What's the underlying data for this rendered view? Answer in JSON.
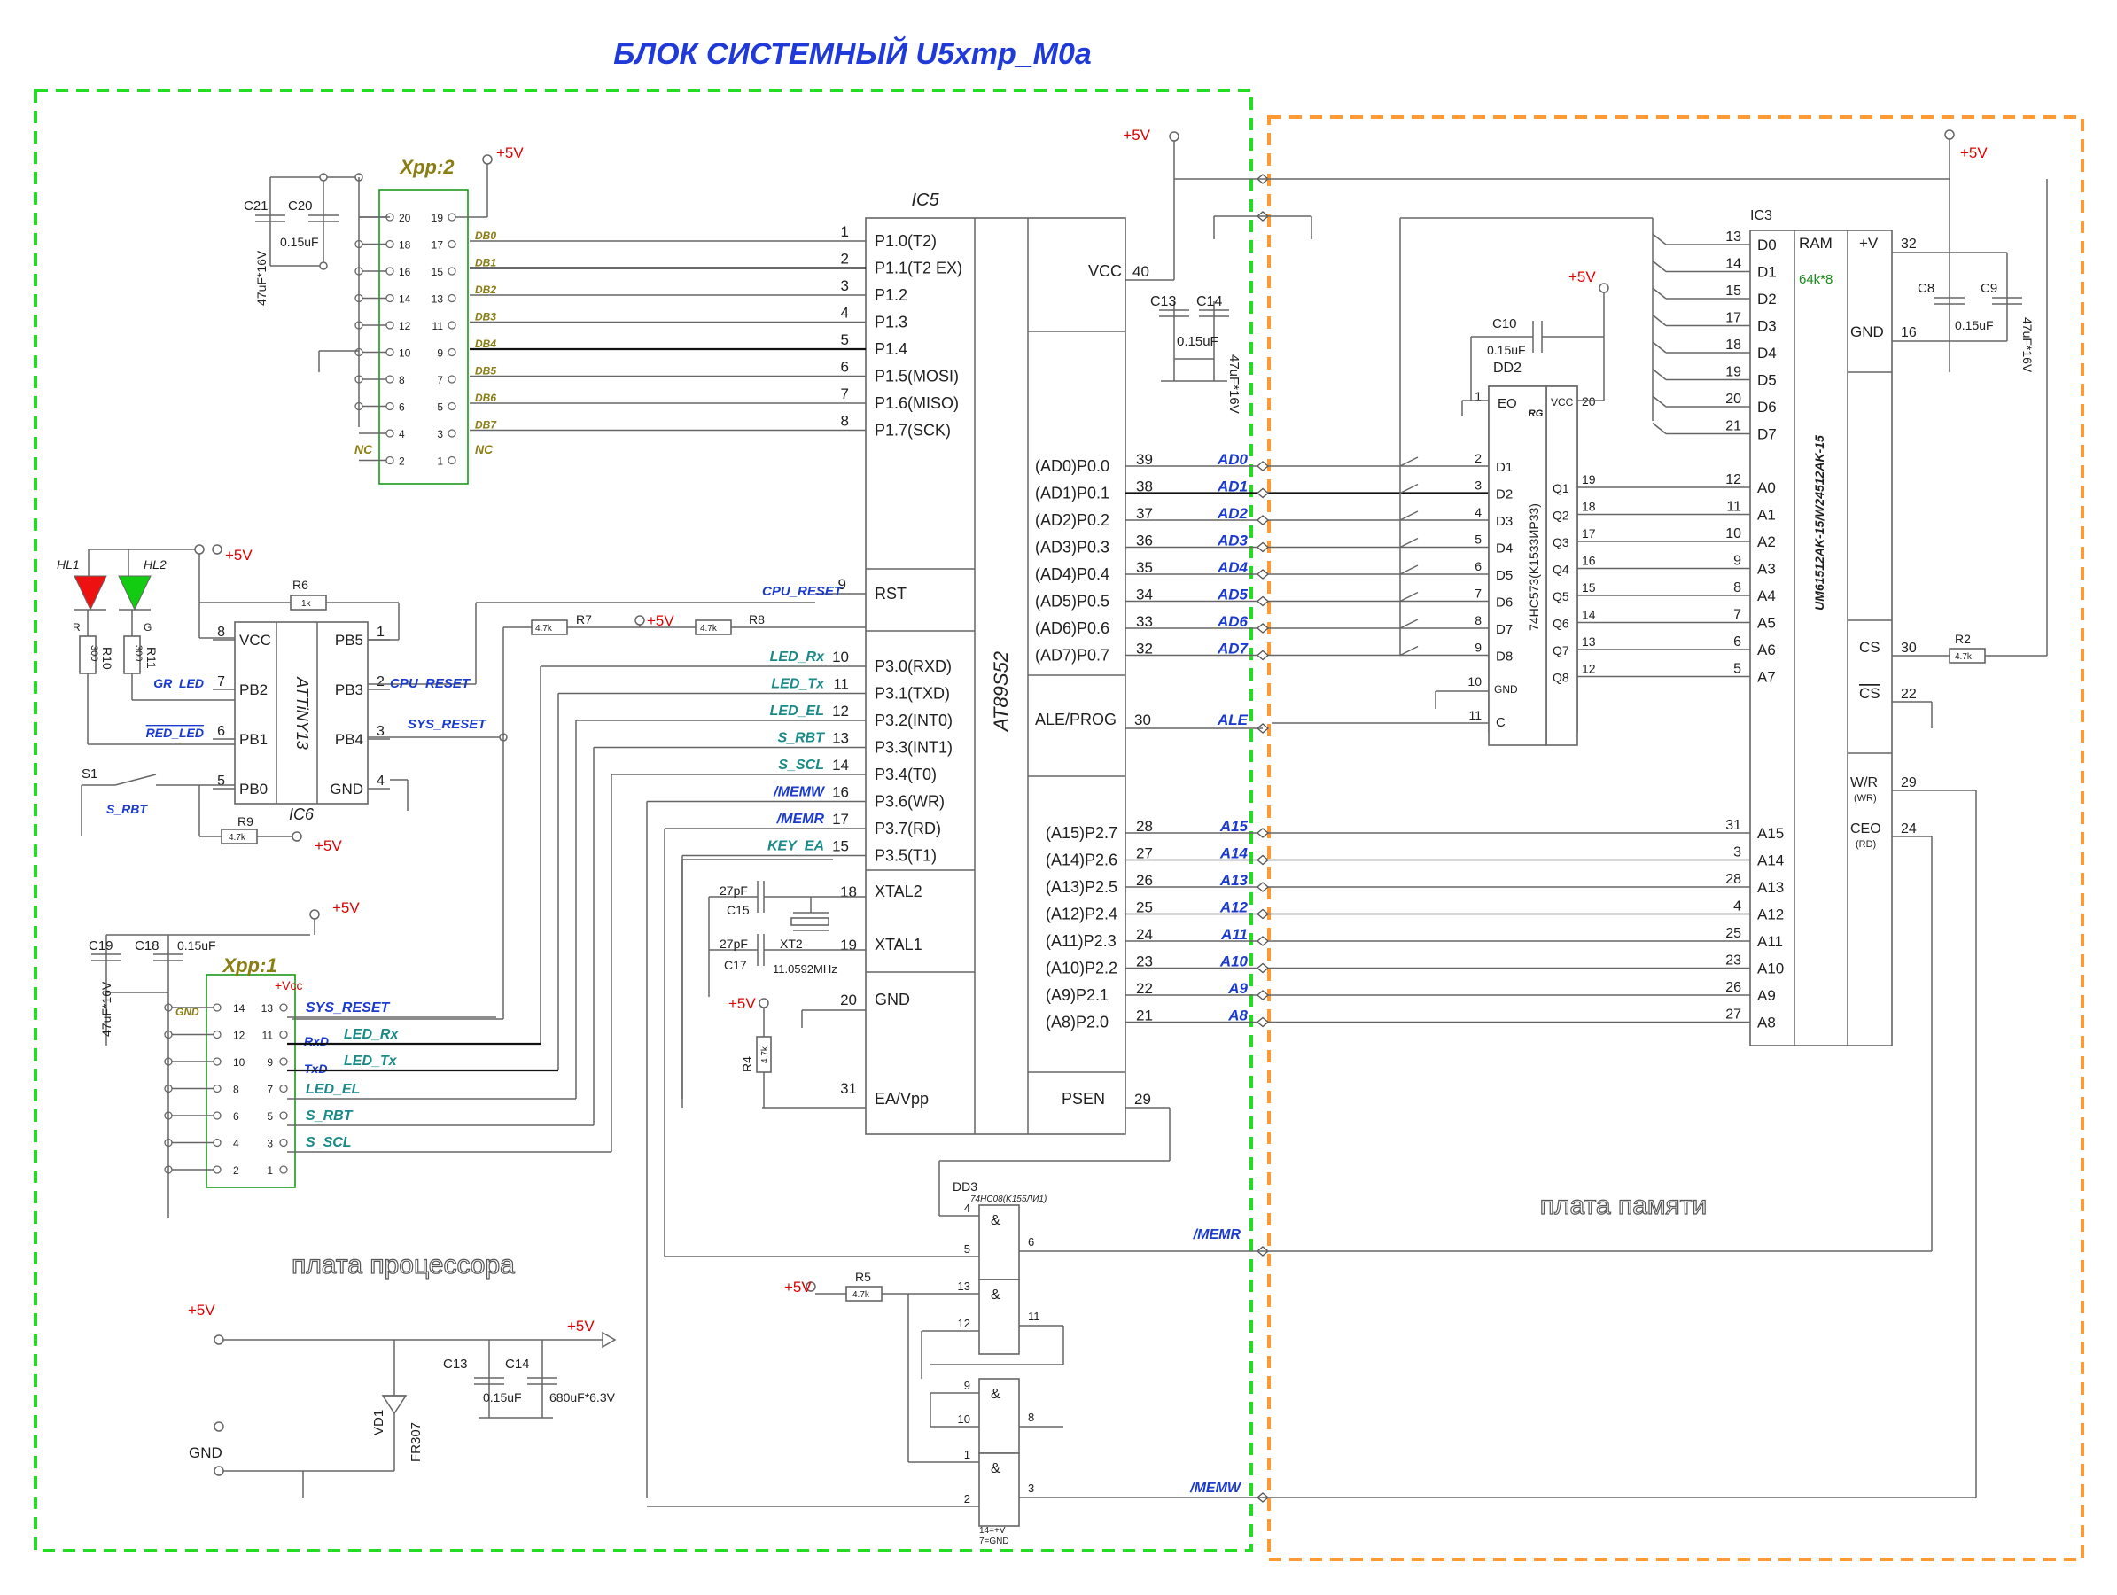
{
  "title": "БЛОК СИСТЕМНЫЙ U5xmp_M0a",
  "boards": {
    "processor": "плата процессора",
    "memory": "плата памяти"
  },
  "colors": {
    "processor_border": "#22dd22",
    "memory_border": "#ff9933",
    "title": "#1f3ad8",
    "power": "#e00000"
  },
  "power": {
    "vcc": "+5V",
    "gnd": "GND",
    "vcc_pin": "+Vcc"
  },
  "ic5": {
    "name": "IC5",
    "part": "AT89S52",
    "p1_pins": [
      {
        "num": "1",
        "label": "P1.0(T2)"
      },
      {
        "num": "2",
        "label": "P1.1(T2 EX)"
      },
      {
        "num": "3",
        "label": "P1.2"
      },
      {
        "num": "4",
        "label": "P1.3"
      },
      {
        "num": "5",
        "label": "P1.4"
      },
      {
        "num": "6",
        "label": "P1.5(MOSI)"
      },
      {
        "num": "7",
        "label": "P1.6(MISO)"
      },
      {
        "num": "8",
        "label": "P1.7(SCK)"
      }
    ],
    "rst": {
      "num": "9",
      "label": "RST"
    },
    "p3_pins": [
      {
        "num": "10",
        "label": "P3.0(RXD)",
        "net": "LED_Rx"
      },
      {
        "num": "11",
        "label": "P3.1(TXD)",
        "net": "LED_Tx"
      },
      {
        "num": "12",
        "label": "P3.2(INT0)",
        "net": "LED_EL"
      },
      {
        "num": "13",
        "label": "P3.3(INT1)",
        "net": "S_RBT"
      },
      {
        "num": "14",
        "label": "P3.4(T0)",
        "net": "S_SCL"
      },
      {
        "num": "16",
        "label": "P3.6(WR)",
        "net": "/MEMW"
      },
      {
        "num": "17",
        "label": "P3.7(RD)",
        "net": "/MEMR"
      },
      {
        "num": "15",
        "label": "P3.5(T1)",
        "net": "KEY_EA"
      }
    ],
    "xtal2": {
      "num": "18",
      "label": "XTAL2"
    },
    "xtal1": {
      "num": "19",
      "label": "XTAL1"
    },
    "gnd": {
      "num": "20",
      "label": "GND"
    },
    "ea": {
      "num": "31",
      "label": "EA/Vpp"
    },
    "vcc": {
      "num": "40",
      "label": "VCC"
    },
    "p0_pins": [
      {
        "num": "39",
        "label": "(AD0)P0.0",
        "net": "AD0"
      },
      {
        "num": "38",
        "label": "(AD1)P0.1",
        "net": "AD1"
      },
      {
        "num": "37",
        "label": "(AD2)P0.2",
        "net": "AD2"
      },
      {
        "num": "36",
        "label": "(AD3)P0.3",
        "net": "AD3"
      },
      {
        "num": "35",
        "label": "(AD4)P0.4",
        "net": "AD4"
      },
      {
        "num": "34",
        "label": "(AD5)P0.5",
        "net": "AD5"
      },
      {
        "num": "33",
        "label": "(AD6)P0.6",
        "net": "AD6"
      },
      {
        "num": "32",
        "label": "(AD7)P0.7",
        "net": "AD7"
      }
    ],
    "ale": {
      "num": "30",
      "label": "ALE/PROG",
      "net": "ALE"
    },
    "p2_pins": [
      {
        "num": "28",
        "label": "(A15)P2.7",
        "net": "A15"
      },
      {
        "num": "27",
        "label": "(A14)P2.6",
        "net": "A14"
      },
      {
        "num": "26",
        "label": "(A13)P2.5",
        "net": "A13"
      },
      {
        "num": "25",
        "label": "(A12)P2.4",
        "net": "A12"
      },
      {
        "num": "24",
        "label": "(A11)P2.3",
        "net": "A11"
      },
      {
        "num": "23",
        "label": "(A10)P2.2",
        "net": "A10"
      },
      {
        "num": "22",
        "label": "(A9)P2.1",
        "net": "A9"
      },
      {
        "num": "21",
        "label": "(A8)P2.0",
        "net": "A8"
      }
    ],
    "psen": {
      "num": "29",
      "label": "PSEN"
    }
  },
  "ic6": {
    "name": "IC6",
    "part": "ATTiNY13",
    "left": [
      {
        "num": "8",
        "label": "VCC"
      },
      {
        "num": "7",
        "label": "PB2",
        "net": "GR_LED"
      },
      {
        "num": "6",
        "label": "PB1",
        "net": "RED_LED"
      },
      {
        "num": "5",
        "label": "PB0"
      }
    ],
    "right": [
      {
        "num": "1",
        "label": "PB5"
      },
      {
        "num": "2",
        "label": "PB3",
        "net": "CPU_RESET"
      },
      {
        "num": "3",
        "label": "PB4",
        "net": "SYS_RESET"
      },
      {
        "num": "4",
        "label": "GND"
      }
    ]
  },
  "xpp2": {
    "name": "Xpp:2",
    "left_pins": [
      "20",
      "18",
      "16",
      "14",
      "12",
      "10",
      "8",
      "6",
      "4",
      "2"
    ],
    "right_pins": [
      "19",
      "17",
      "15",
      "13",
      "11",
      "9",
      "7",
      "5",
      "3",
      "1"
    ],
    "nets": [
      "DB0",
      "DB1",
      "DB2",
      "DB3",
      "DB4",
      "DB5",
      "DB6",
      "DB7"
    ],
    "nc": "NC"
  },
  "xpp1": {
    "name": "Xpp:1",
    "left_pins": [
      "14",
      "12",
      "10",
      "8",
      "6",
      "4",
      "2"
    ],
    "right_pins": [
      "13",
      "11",
      "9",
      "7",
      "5",
      "3",
      "1"
    ],
    "gnd": "GND",
    "nets": [
      "SYS_RESET",
      "LED_Rx",
      "LED_Tx",
      "LED_EL",
      "S_RBT",
      "S_SCL"
    ],
    "rxd": "RxD",
    "txd": "TxD"
  },
  "dd2": {
    "name": "DD2",
    "part": "74HC573(K1533ИР33)",
    "rg": "RG",
    "eo": {
      "num": "1",
      "label": "EO"
    },
    "vcc": {
      "num": "20",
      "label": "VCC"
    },
    "inputs": [
      {
        "num": "2",
        "label": "D1"
      },
      {
        "num": "3",
        "label": "D2"
      },
      {
        "num": "4",
        "label": "D3"
      },
      {
        "num": "5",
        "label": "D4"
      },
      {
        "num": "6",
        "label": "D5"
      },
      {
        "num": "7",
        "label": "D6"
      },
      {
        "num": "8",
        "label": "D7"
      },
      {
        "num": "9",
        "label": "D8"
      }
    ],
    "outputs": [
      {
        "num": "19",
        "label": "Q1"
      },
      {
        "num": "18",
        "label": "Q2"
      },
      {
        "num": "17",
        "label": "Q3"
      },
      {
        "num": "16",
        "label": "Q4"
      },
      {
        "num": "15",
        "label": "Q5"
      },
      {
        "num": "14",
        "label": "Q6"
      },
      {
        "num": "13",
        "label": "Q7"
      },
      {
        "num": "12",
        "label": "Q8"
      }
    ],
    "gnd": {
      "num": "10",
      "label": "GND"
    },
    "c": {
      "num": "11",
      "label": "C"
    }
  },
  "ic3": {
    "name": "IC3",
    "part": "UM61512AK-15/W24512AK-15",
    "ram": "RAM",
    "size": "64k*8",
    "vplus": {
      "num": "32",
      "label": "+V"
    },
    "gnd": {
      "num": "16",
      "label": "GND"
    },
    "data": [
      {
        "num": "13",
        "label": "D0"
      },
      {
        "num": "14",
        "label": "D1"
      },
      {
        "num": "15",
        "label": "D2"
      },
      {
        "num": "17",
        "label": "D3"
      },
      {
        "num": "18",
        "label": "D4"
      },
      {
        "num": "19",
        "label": "D5"
      },
      {
        "num": "20",
        "label": "D6"
      },
      {
        "num": "21",
        "label": "D7"
      }
    ],
    "addr_low": [
      {
        "num": "12",
        "label": "A0"
      },
      {
        "num": "11",
        "label": "A1"
      },
      {
        "num": "10",
        "label": "A2"
      },
      {
        "num": "9",
        "label": "A3"
      },
      {
        "num": "8",
        "label": "A4"
      },
      {
        "num": "7",
        "label": "A5"
      },
      {
        "num": "6",
        "label": "A6"
      },
      {
        "num": "5",
        "label": "A7"
      }
    ],
    "addr_high": [
      {
        "num": "31",
        "label": "A15"
      },
      {
        "num": "3",
        "label": "A14"
      },
      {
        "num": "28",
        "label": "A13"
      },
      {
        "num": "4",
        "label": "A12"
      },
      {
        "num": "25",
        "label": "A11"
      },
      {
        "num": "23",
        "label": "A10"
      },
      {
        "num": "26",
        "label": "A9"
      },
      {
        "num": "27",
        "label": "A8"
      }
    ],
    "cs": {
      "num": "30",
      "label": "CS"
    },
    "ncs": {
      "num": "22",
      "label": "CS"
    },
    "wr": {
      "num": "29",
      "label": "W/R",
      "sub": "(WR)"
    },
    "ceo": {
      "num": "24",
      "label": "CEO",
      "sub": "(RD)"
    }
  },
  "dd3": {
    "name": "DD3",
    "part": "74HC08(K155ЛИ1)",
    "gate": "&",
    "pins": {
      "g1a": "4",
      "g1b": "5",
      "g1o": "6",
      "g2a": "13",
      "g2b": "12",
      "g2o": "11",
      "g3a": "9",
      "g3b": "10",
      "g3o": "8",
      "g4a": "1",
      "g4b": "2",
      "g4o": "3"
    },
    "note1": "14=+V",
    "note2": "7=GND"
  },
  "nets_right": {
    "memr": "/MEMR",
    "memw": "/MEMW"
  },
  "components": {
    "c21": "C21",
    "c20": "C20",
    "c20v": "0.15uF",
    "c21v": "47uF*16V",
    "c13top": "C13",
    "c14top": "C14",
    "c13v": "0.15uF",
    "c14v": "47uF*16V",
    "c10": "C10",
    "c10v": "0.15uF",
    "c8": "C8",
    "c9": "C9",
    "c8v": "0.15uF",
    "c9v": "47uF*16V",
    "c19": "C19",
    "c18": "C18",
    "c18v": "0.15uF",
    "c19v": "47uF*16V",
    "c15": "C15",
    "c15v": "27pF",
    "c17": "C17",
    "c17v": "27pF",
    "xt2": "XT2",
    "xt2v": "11.0592MHz",
    "r4": "R4",
    "r4v": "4.7k",
    "r5": "R5",
    "r5v": "4.7k",
    "r6": "R6",
    "r6v": "1k",
    "r7": "R7",
    "r7v": "4.7k",
    "r8": "R8",
    "r8v": "4.7k",
    "r9": "R9",
    "r9v": "4.7k",
    "r10": "R10",
    "r10v": "300",
    "r11": "R11",
    "r11v": "300",
    "r2": "R2",
    "r2v": "4.7k",
    "hl1": "HL1",
    "hl2": "HL2",
    "hl1c": "R",
    "hl2c": "G",
    "s1": "S1",
    "s1net": "S_RBT",
    "vd1": "VD1",
    "vd1v": "FR307",
    "c13b": "C13",
    "c13bv": "0.15uF",
    "c14b": "C14",
    "c14bv": "680uF*6.3V"
  }
}
